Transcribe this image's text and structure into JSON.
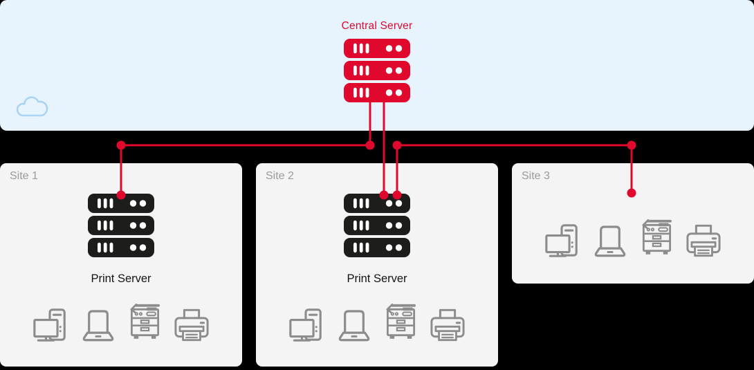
{
  "diagram": {
    "cloud_region": {
      "title": "Central Server",
      "cloud_icon": "cloud-icon",
      "central_server_icon": "server-stack-icon"
    },
    "sites": [
      {
        "label": "Site 1",
        "has_print_server": true,
        "server_label": "Print Server",
        "devices": [
          "desktop-computer",
          "laptop",
          "multifunction-copier",
          "printer"
        ]
      },
      {
        "label": "Site 2",
        "has_print_server": true,
        "server_label": "Print Server",
        "devices": [
          "desktop-computer",
          "laptop",
          "multifunction-copier",
          "printer"
        ]
      },
      {
        "label": "Site 3",
        "has_print_server": false,
        "devices": [
          "desktop-computer",
          "laptop",
          "multifunction-copier",
          "printer"
        ]
      }
    ],
    "connections": [
      {
        "from": "central-server",
        "to": "site-1-print-server"
      },
      {
        "from": "central-server",
        "to": "site-2-print-server"
      },
      {
        "from": "site-2-print-server",
        "to": "site-3"
      }
    ],
    "colors": {
      "accent_red": "#e0082c",
      "cloud_background": "#e7f3fd",
      "cloud_outline": "#a8d3f4",
      "site_background": "#f4f4f4",
      "site_label_gray": "#9a9a9a",
      "device_icon_gray": "#8c8c8c",
      "server_black": "#1d1d1b",
      "page_background": "#000000"
    }
  }
}
